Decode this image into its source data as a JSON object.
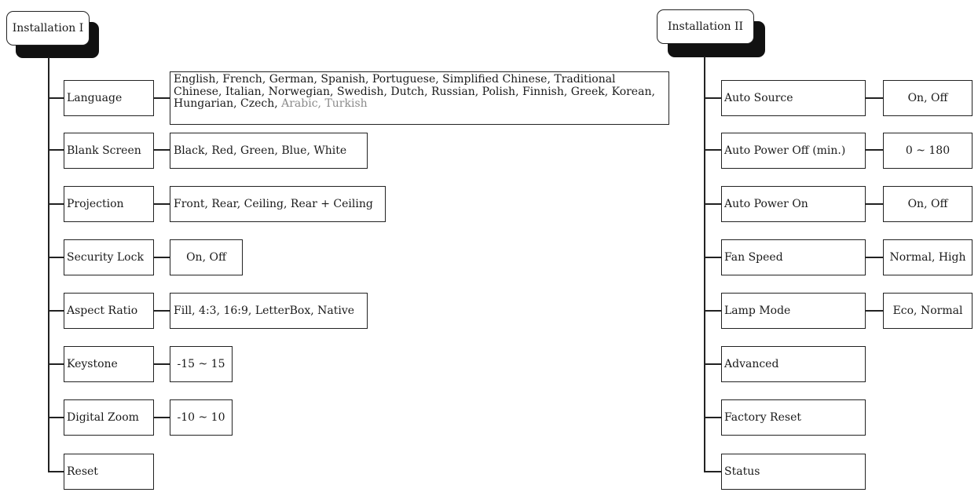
{
  "installation_1": {
    "title": "Installation I",
    "items": [
      {
        "label": "Language",
        "options": "English, French, German, Spanish, Portuguese, Simplified Chinese, Traditional Chinese, Italian, Norwegian, Swedish, Dutch, Russian, Polish, Finnish, Greek, Korean, Hungarian, Czech,",
        "options_extra": "Arabic, Turkish"
      },
      {
        "label": "Blank Screen",
        "options": "Black, Red, Green, Blue, White"
      },
      {
        "label": "Projection",
        "options": "Front, Rear, Ceiling, Rear + Ceiling"
      },
      {
        "label": "Security Lock",
        "options": "On, Off"
      },
      {
        "label": "Aspect Ratio",
        "options": "Fill, 4:3, 16:9, LetterBox, Native"
      },
      {
        "label": "Keystone",
        "options": "-15 ~ 15"
      },
      {
        "label": "Digital Zoom",
        "options": "-10 ~ 10"
      },
      {
        "label": "Reset",
        "options": null
      }
    ]
  },
  "installation_2": {
    "title": "Installation II",
    "items": [
      {
        "label": "Auto Source",
        "options": "On, Off"
      },
      {
        "label": "Auto Power Off (min.)",
        "options": "0 ~ 180"
      },
      {
        "label": "Auto Power On",
        "options": "On, Off"
      },
      {
        "label": "Fan Speed",
        "options": "Normal, High"
      },
      {
        "label": "Lamp Mode",
        "options": "Eco, Normal"
      },
      {
        "label": "Advanced",
        "options": null
      },
      {
        "label": "Factory Reset",
        "options": null
      },
      {
        "label": "Status",
        "options": null
      }
    ]
  }
}
